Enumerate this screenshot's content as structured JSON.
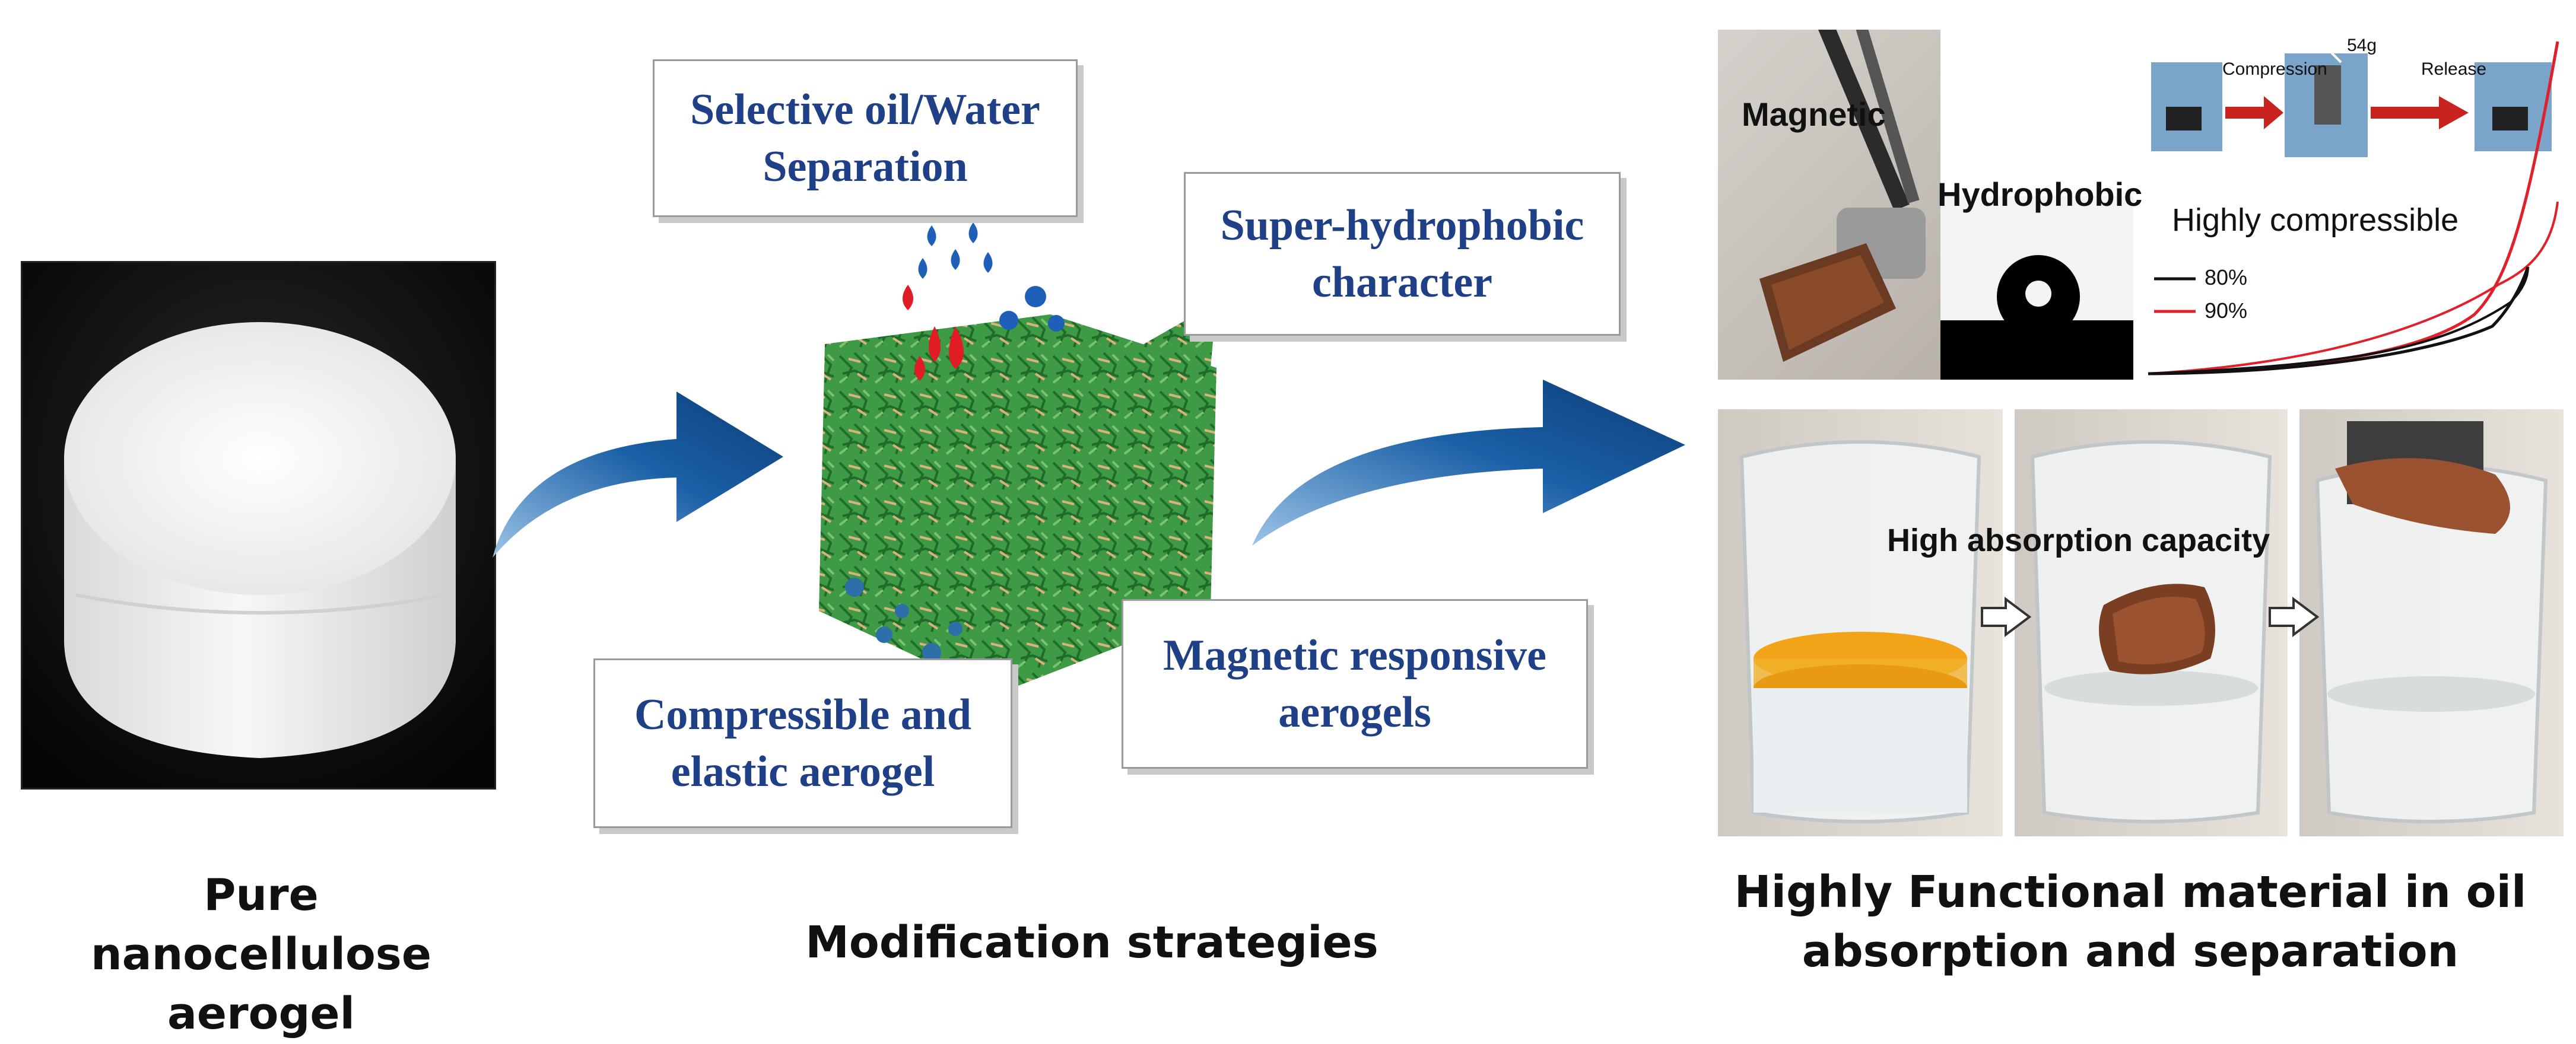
{
  "captions": {
    "left": "Pure nanocellulose\naerogel",
    "middle": "Modification strategies",
    "right": "Highly Functional  material in oil\nabsorption and separation"
  },
  "callouts": {
    "oil_water": "Selective oil/Water\nSeparation",
    "hydrophobic": "Super-hydrophobic\ncharacter",
    "compressible": "Compressible and\nelastic aerogel",
    "magnetic": "Magnetic responsive\naerogels"
  },
  "photos": {
    "magnetic_label": "Magnetic",
    "hydrophobic_label": "Hydrophobic",
    "compression_label": "Compression",
    "release_label": "Release",
    "weight_label": "54g",
    "compressible_title": "Highly compressible",
    "legend": [
      {
        "label": "80%",
        "color": "#111111"
      },
      {
        "label": "90%",
        "color": "#e0202a"
      }
    ],
    "absorption_label": "High absorption capacity"
  },
  "colors": {
    "arrow": "#1a5fa6",
    "callout_text": "#1f3f86",
    "foliage": "#2e8b3a",
    "oil_drop": "#e01c24",
    "water_drop": "#1f5fb8"
  }
}
